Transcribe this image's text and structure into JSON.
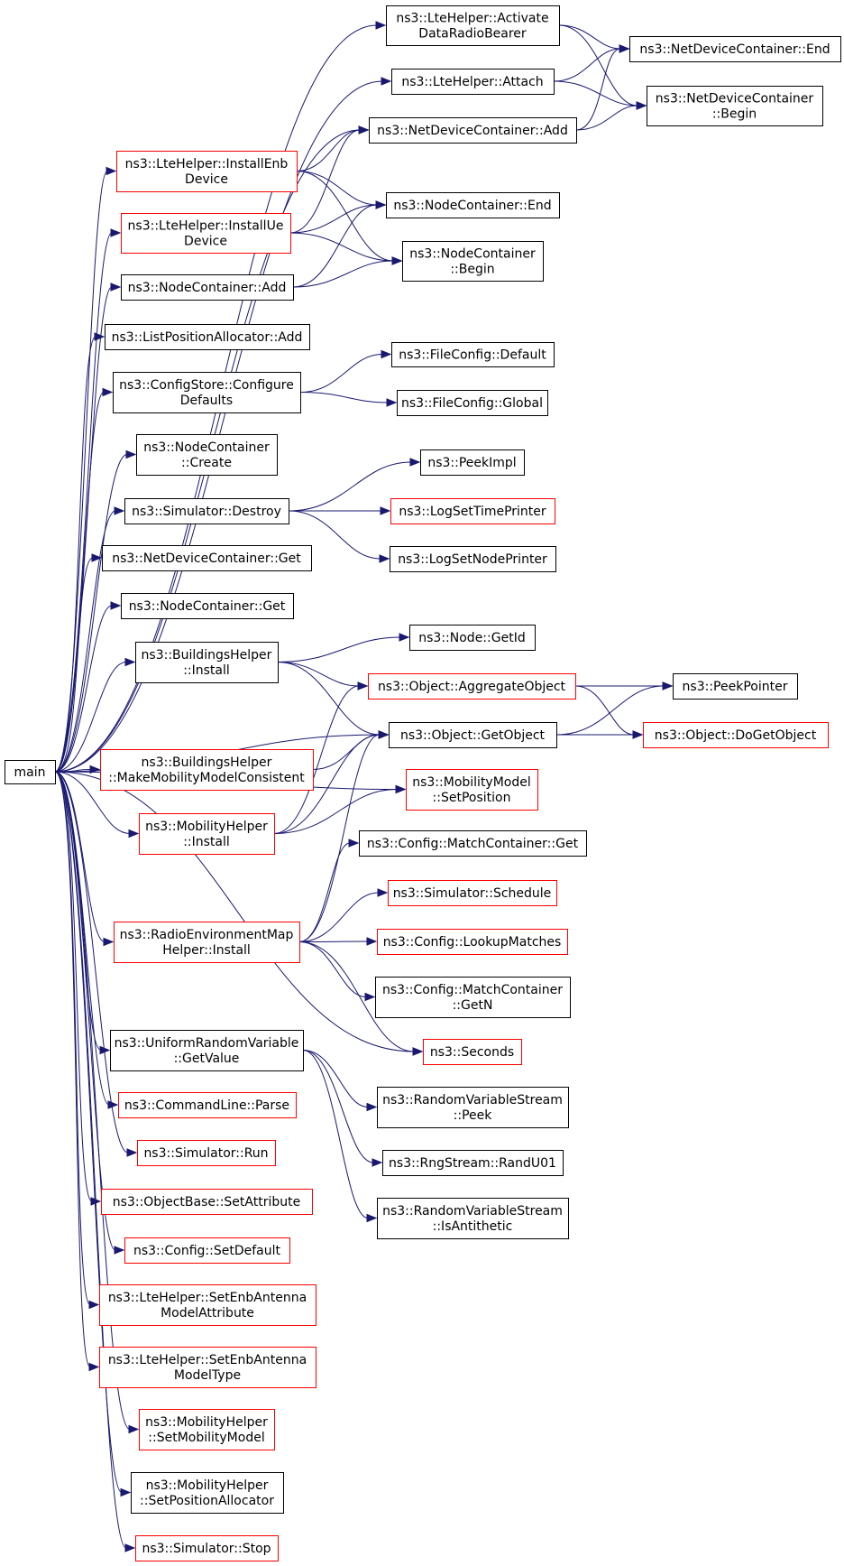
{
  "colors": {
    "edge": "#191970",
    "node_border_normal": "#000000",
    "node_border_undocumented": "#ff0000",
    "root_fill": "#bfbfbf",
    "node_fill": "#ffffff"
  },
  "nodes": [
    {
      "id": "main",
      "lines": [
        "main"
      ],
      "style": "root"
    },
    {
      "id": "activate",
      "lines": [
        "ns3::LteHelper::Activate",
        "DataRadioBearer"
      ],
      "style": "normal"
    },
    {
      "id": "ndc_end",
      "lines": [
        "ns3::NetDeviceContainer::End"
      ],
      "style": "normal"
    },
    {
      "id": "attach",
      "lines": [
        "ns3::LteHelper::Attach"
      ],
      "style": "normal"
    },
    {
      "id": "ndc_begin",
      "lines": [
        "ns3::NetDeviceContainer",
        "::Begin"
      ],
      "style": "normal"
    },
    {
      "id": "ndc_add",
      "lines": [
        "ns3::NetDeviceContainer::Add"
      ],
      "style": "normal"
    },
    {
      "id": "install_enb",
      "lines": [
        "ns3::LteHelper::InstallEnb",
        "Device"
      ],
      "style": "red"
    },
    {
      "id": "nc_end",
      "lines": [
        "ns3::NodeContainer::End"
      ],
      "style": "normal"
    },
    {
      "id": "install_ue",
      "lines": [
        "ns3::LteHelper::InstallUe",
        "Device"
      ],
      "style": "red"
    },
    {
      "id": "nc_begin",
      "lines": [
        "ns3::NodeContainer",
        "::Begin"
      ],
      "style": "normal"
    },
    {
      "id": "nc_add",
      "lines": [
        "ns3::NodeContainer::Add"
      ],
      "style": "normal"
    },
    {
      "id": "lpa_add",
      "lines": [
        "ns3::ListPositionAllocator::Add"
      ],
      "style": "normal"
    },
    {
      "id": "cs_configure",
      "lines": [
        "ns3::ConfigStore::Configure",
        "Defaults"
      ],
      "style": "normal"
    },
    {
      "id": "fc_default",
      "lines": [
        "ns3::FileConfig::Default"
      ],
      "style": "normal"
    },
    {
      "id": "fc_global",
      "lines": [
        "ns3::FileConfig::Global"
      ],
      "style": "normal"
    },
    {
      "id": "nc_create",
      "lines": [
        "ns3::NodeContainer",
        "::Create"
      ],
      "style": "normal"
    },
    {
      "id": "peekimpl",
      "lines": [
        "ns3::PeekImpl"
      ],
      "style": "normal"
    },
    {
      "id": "sim_destroy",
      "lines": [
        "ns3::Simulator::Destroy"
      ],
      "style": "normal"
    },
    {
      "id": "logtime",
      "lines": [
        "ns3::LogSetTimePrinter"
      ],
      "style": "red"
    },
    {
      "id": "lognode",
      "lines": [
        "ns3::LogSetNodePrinter"
      ],
      "style": "normal"
    },
    {
      "id": "ndc_get",
      "lines": [
        "ns3::NetDeviceContainer::Get"
      ],
      "style": "normal"
    },
    {
      "id": "nc_get",
      "lines": [
        "ns3::NodeContainer::Get"
      ],
      "style": "normal"
    },
    {
      "id": "node_getid",
      "lines": [
        "ns3::Node::GetId"
      ],
      "style": "normal"
    },
    {
      "id": "bh_install",
      "lines": [
        "ns3::BuildingsHelper",
        "::Install"
      ],
      "style": "normal"
    },
    {
      "id": "aggregate",
      "lines": [
        "ns3::Object::AggregateObject"
      ],
      "style": "red"
    },
    {
      "id": "peekpointer",
      "lines": [
        "ns3::PeekPointer"
      ],
      "style": "normal"
    },
    {
      "id": "getobject",
      "lines": [
        "ns3::Object::GetObject"
      ],
      "style": "normal"
    },
    {
      "id": "dogetobject",
      "lines": [
        "ns3::Object::DoGetObject"
      ],
      "style": "red"
    },
    {
      "id": "bh_mmc",
      "lines": [
        "ns3::BuildingsHelper",
        "::MakeMobilityModelConsistent"
      ],
      "style": "red"
    },
    {
      "id": "mm_setpos",
      "lines": [
        "ns3::MobilityModel",
        "::SetPosition"
      ],
      "style": "red"
    },
    {
      "id": "mh_install",
      "lines": [
        "ns3::MobilityHelper",
        "::Install"
      ],
      "style": "red"
    },
    {
      "id": "cmc_get",
      "lines": [
        "ns3::Config::MatchContainer::Get"
      ],
      "style": "normal"
    },
    {
      "id": "sim_schedule",
      "lines": [
        "ns3::Simulator::Schedule"
      ],
      "style": "red"
    },
    {
      "id": "rem_install",
      "lines": [
        "ns3::RadioEnvironmentMap",
        "Helper::Install"
      ],
      "style": "red"
    },
    {
      "id": "lookup",
      "lines": [
        "ns3::Config::LookupMatches"
      ],
      "style": "red"
    },
    {
      "id": "cmc_getn",
      "lines": [
        "ns3::Config::MatchContainer",
        "::GetN"
      ],
      "style": "normal"
    },
    {
      "id": "seconds",
      "lines": [
        "ns3::Seconds"
      ],
      "style": "red"
    },
    {
      "id": "urv_getvalue",
      "lines": [
        "ns3::UniformRandomVariable",
        "::GetValue"
      ],
      "style": "normal"
    },
    {
      "id": "rvs_peek",
      "lines": [
        "ns3::RandomVariableStream",
        "::Peek"
      ],
      "style": "normal"
    },
    {
      "id": "cl_parse",
      "lines": [
        "ns3::CommandLine::Parse"
      ],
      "style": "red"
    },
    {
      "id": "randu01",
      "lines": [
        "ns3::RngStream::RandU01"
      ],
      "style": "normal"
    },
    {
      "id": "sim_run",
      "lines": [
        "ns3::Simulator::Run"
      ],
      "style": "red"
    },
    {
      "id": "rvs_anti",
      "lines": [
        "ns3::RandomVariableStream",
        "::IsAntithetic"
      ],
      "style": "normal"
    },
    {
      "id": "ob_setattr",
      "lines": [
        "ns3::ObjectBase::SetAttribute"
      ],
      "style": "red"
    },
    {
      "id": "cfg_setdefault",
      "lines": [
        "ns3::Config::SetDefault"
      ],
      "style": "red"
    },
    {
      "id": "lte_antattr",
      "lines": [
        "ns3::LteHelper::SetEnbAntenna",
        "ModelAttribute"
      ],
      "style": "red"
    },
    {
      "id": "lte_anttype",
      "lines": [
        "ns3::LteHelper::SetEnbAntenna",
        "ModelType"
      ],
      "style": "red"
    },
    {
      "id": "mh_setmm",
      "lines": [
        "ns3::MobilityHelper",
        "::SetMobilityModel"
      ],
      "style": "red"
    },
    {
      "id": "mh_setpa",
      "lines": [
        "ns3::MobilityHelper",
        "::SetPositionAllocator"
      ],
      "style": "normal"
    },
    {
      "id": "sim_stop",
      "lines": [
        "ns3::Simulator::Stop"
      ],
      "style": "red"
    }
  ],
  "edges": [
    [
      "main",
      "activate"
    ],
    [
      "main",
      "attach"
    ],
    [
      "main",
      "ndc_add"
    ],
    [
      "main",
      "install_enb"
    ],
    [
      "main",
      "install_ue"
    ],
    [
      "main",
      "nc_add"
    ],
    [
      "main",
      "lpa_add"
    ],
    [
      "main",
      "cs_configure"
    ],
    [
      "main",
      "nc_create"
    ],
    [
      "main",
      "sim_destroy"
    ],
    [
      "main",
      "ndc_get"
    ],
    [
      "main",
      "nc_get"
    ],
    [
      "main",
      "bh_install"
    ],
    [
      "main",
      "getobject"
    ],
    [
      "main",
      "bh_mmc"
    ],
    [
      "main",
      "mh_install"
    ],
    [
      "main",
      "mm_setpos"
    ],
    [
      "main",
      "rem_install"
    ],
    [
      "main",
      "seconds"
    ],
    [
      "main",
      "urv_getvalue"
    ],
    [
      "main",
      "cl_parse"
    ],
    [
      "main",
      "sim_run"
    ],
    [
      "main",
      "ob_setattr"
    ],
    [
      "main",
      "cfg_setdefault"
    ],
    [
      "main",
      "lte_antattr"
    ],
    [
      "main",
      "lte_anttype"
    ],
    [
      "main",
      "mh_setmm"
    ],
    [
      "main",
      "mh_setpa"
    ],
    [
      "main",
      "sim_stop"
    ],
    [
      "activate",
      "ndc_end"
    ],
    [
      "activate",
      "ndc_begin"
    ],
    [
      "attach",
      "ndc_end"
    ],
    [
      "attach",
      "ndc_begin"
    ],
    [
      "ndc_add",
      "ndc_end"
    ],
    [
      "ndc_add",
      "ndc_begin"
    ],
    [
      "install_enb",
      "ndc_add"
    ],
    [
      "install_enb",
      "nc_end"
    ],
    [
      "install_enb",
      "nc_begin"
    ],
    [
      "install_ue",
      "ndc_add"
    ],
    [
      "install_ue",
      "nc_end"
    ],
    [
      "install_ue",
      "nc_begin"
    ],
    [
      "nc_add",
      "nc_end"
    ],
    [
      "nc_add",
      "nc_begin"
    ],
    [
      "cs_configure",
      "fc_default"
    ],
    [
      "cs_configure",
      "fc_global"
    ],
    [
      "sim_destroy",
      "peekimpl"
    ],
    [
      "sim_destroy",
      "logtime"
    ],
    [
      "sim_destroy",
      "lognode"
    ],
    [
      "bh_install",
      "node_getid"
    ],
    [
      "bh_install",
      "aggregate"
    ],
    [
      "bh_install",
      "getobject"
    ],
    [
      "aggregate",
      "peekpointer"
    ],
    [
      "aggregate",
      "dogetobject"
    ],
    [
      "getobject",
      "peekpointer"
    ],
    [
      "getobject",
      "dogetobject"
    ],
    [
      "bh_mmc",
      "getobject"
    ],
    [
      "mh_install",
      "aggregate"
    ],
    [
      "mh_install",
      "getobject"
    ],
    [
      "mh_install",
      "mm_setpos"
    ],
    [
      "rem_install",
      "getobject"
    ],
    [
      "rem_install",
      "cmc_get"
    ],
    [
      "rem_install",
      "sim_schedule"
    ],
    [
      "rem_install",
      "lookup"
    ],
    [
      "rem_install",
      "cmc_getn"
    ],
    [
      "rem_install",
      "seconds"
    ],
    [
      "urv_getvalue",
      "rvs_peek"
    ],
    [
      "urv_getvalue",
      "randu01"
    ],
    [
      "urv_getvalue",
      "rvs_anti"
    ]
  ]
}
